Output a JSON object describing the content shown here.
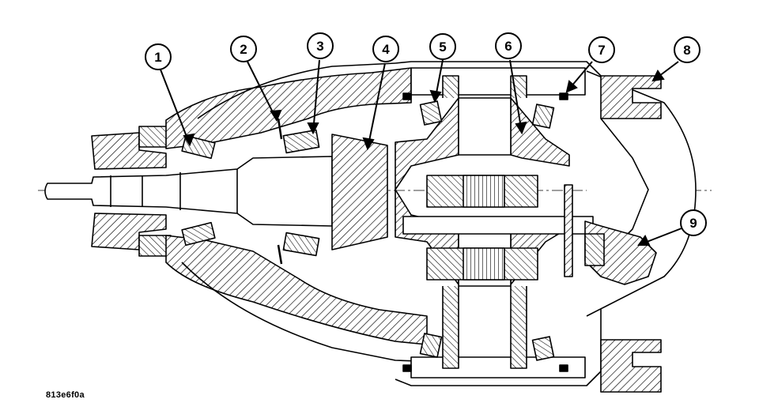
{
  "figure": {
    "code": "813e6f0a",
    "callouts": [
      {
        "number": "1"
      },
      {
        "number": "2"
      },
      {
        "number": "3"
      },
      {
        "number": "4"
      },
      {
        "number": "5"
      },
      {
        "number": "6"
      },
      {
        "number": "7"
      },
      {
        "number": "8"
      },
      {
        "number": "9"
      }
    ]
  },
  "colors": {
    "line": "#000000",
    "background": "#ffffff"
  }
}
